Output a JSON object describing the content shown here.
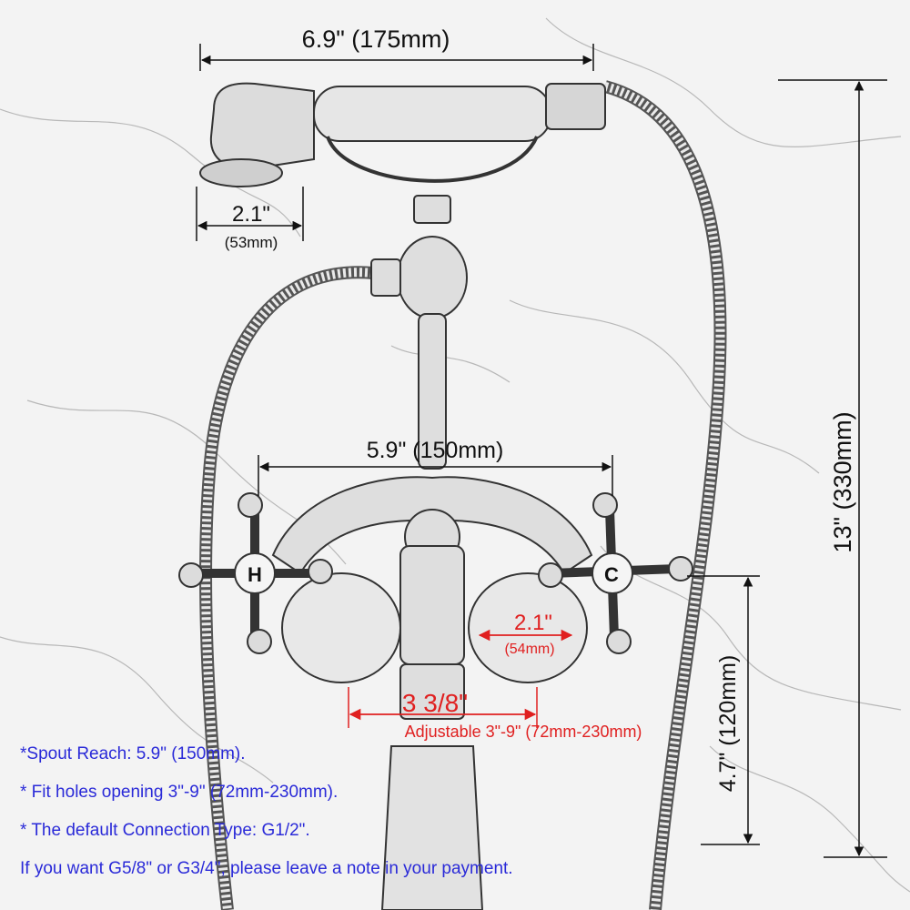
{
  "dimensions": {
    "handshower_length": "6.9\" (175mm)",
    "handshower_head_in": "2.1\"",
    "handshower_head_mm": "(53mm)",
    "total_height": "13\" (330mm)",
    "handle_span": "5.9\" (150mm)",
    "inlet_diameter_in": "2.1\"",
    "inlet_diameter_mm": "(54mm)",
    "center_distance": "3 3/8\"",
    "adjustable_range": "Adjustable 3\"-9\" (72mm-230mm)",
    "spout_height": "4.7\" (120mm)"
  },
  "handles": {
    "hot_label": "H",
    "cold_label": "C"
  },
  "notes": [
    "*Spout Reach: 5.9\" (150mm).",
    "* Fit holes opening 3\"-9\" (72mm-230mm).",
    "* The default Connection Type: G1/2\".",
    "If you want G5/8\" or G3/4\", please leave a note in your payment."
  ],
  "colors": {
    "dimension_text": "#111111",
    "accent_red": "#e02020",
    "note_blue": "#2a2ad8"
  }
}
